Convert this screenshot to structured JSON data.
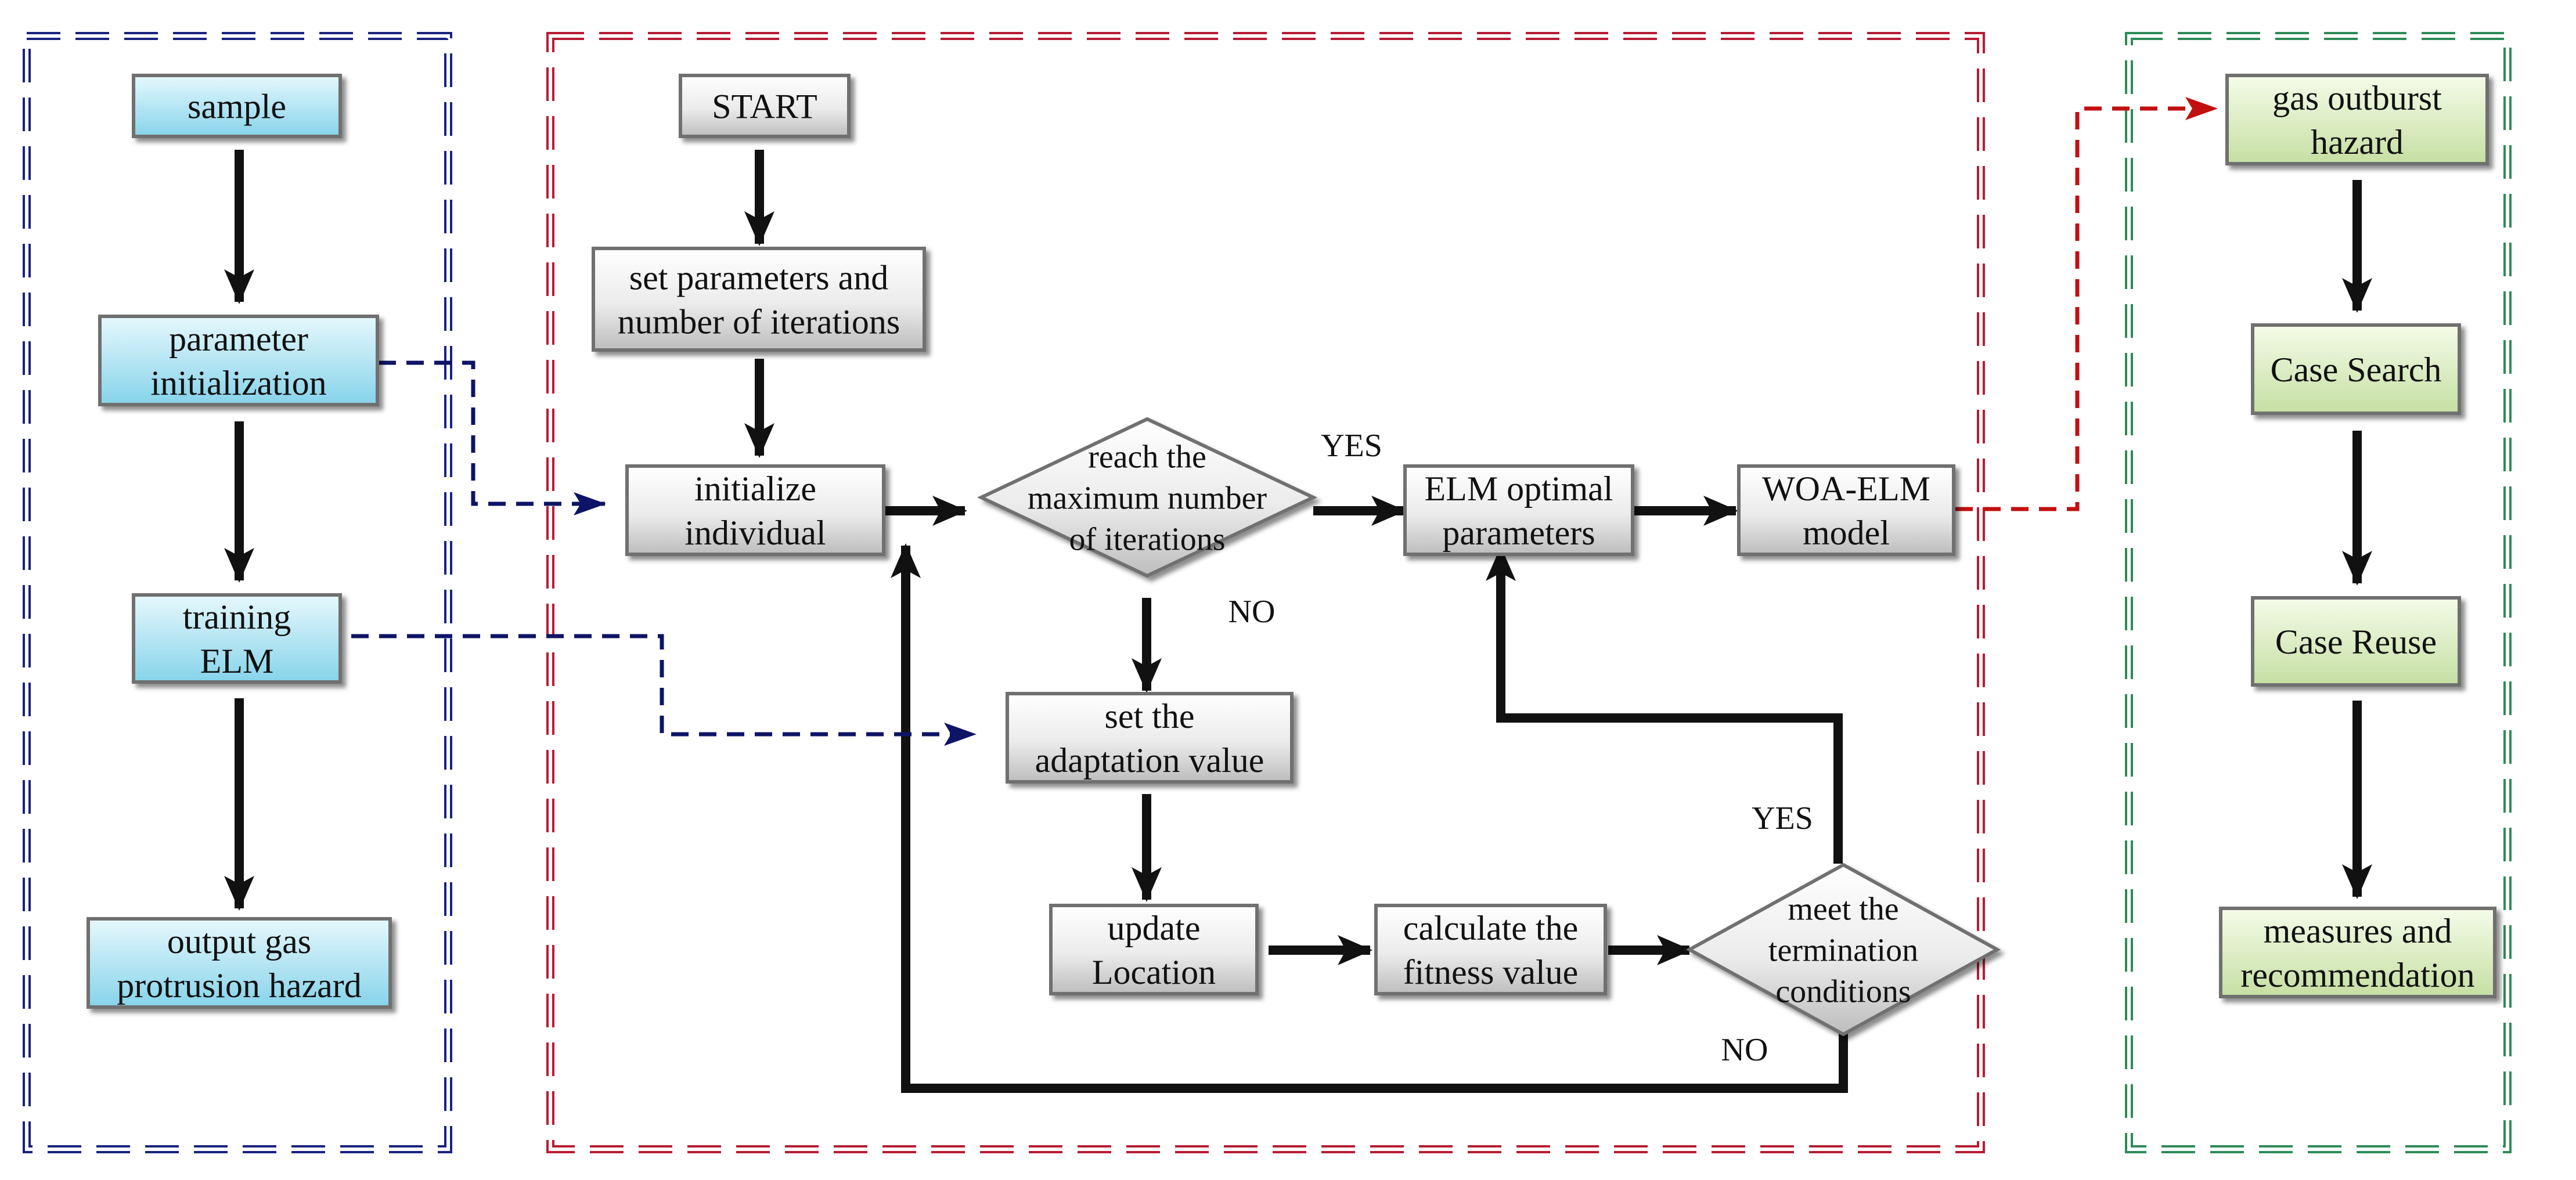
{
  "panels": {
    "left": {
      "color": "#1a237e"
    },
    "middle": {
      "color": "#b71c34"
    },
    "right": {
      "color": "#2e8b57"
    }
  },
  "colors": {
    "blue_fill_top": "#e6f8fd",
    "blue_fill_bottom": "#86d3ea",
    "gray_fill_top": "#ffffff",
    "gray_fill_bottom": "#c2c2c2",
    "green_fill_top": "#f5fbe9",
    "green_fill_bottom": "#c5dfa2",
    "arrow": "#111111",
    "dashed_blue": "#0d1466",
    "dashed_red": "#c21010"
  },
  "nodes": {
    "sample": {
      "lines": [
        "sample"
      ]
    },
    "param_init": {
      "lines": [
        "parameter",
        "initialization"
      ]
    },
    "training": {
      "lines": [
        "training",
        "ELM"
      ]
    },
    "output": {
      "lines": [
        "output gas",
        "protrusion hazard"
      ]
    },
    "start": {
      "lines": [
        "START"
      ]
    },
    "set_params": {
      "lines": [
        "set parameters and",
        "number of iterations"
      ]
    },
    "init_individual": {
      "lines": [
        "initialize",
        "individual"
      ]
    },
    "reach_max": {
      "lines": [
        "reach the",
        "maximum number",
        "of iterations"
      ]
    },
    "elm_optimal": {
      "lines": [
        "ELM optimal",
        "parameters"
      ]
    },
    "woa_elm": {
      "lines": [
        "WOA-ELM",
        "model"
      ]
    },
    "set_adaptation": {
      "lines": [
        "set the",
        "adaptation value"
      ]
    },
    "update_location": {
      "lines": [
        "update",
        "Location"
      ]
    },
    "calc_fitness": {
      "lines": [
        "calculate the",
        "fitness value"
      ]
    },
    "meet_term": {
      "lines": [
        "meet the",
        "termination",
        "conditions"
      ]
    },
    "gas_hazard": {
      "lines": [
        "gas outburst",
        "hazard"
      ]
    },
    "case_search": {
      "lines": [
        "Case Search"
      ]
    },
    "case_reuse": {
      "lines": [
        "Case Reuse"
      ]
    },
    "measures": {
      "lines": [
        "measures and",
        "recommendation"
      ]
    }
  },
  "labels": {
    "yes_top": "YES",
    "no_top": "NO",
    "yes_bottom": "YES",
    "no_bottom": "NO"
  }
}
